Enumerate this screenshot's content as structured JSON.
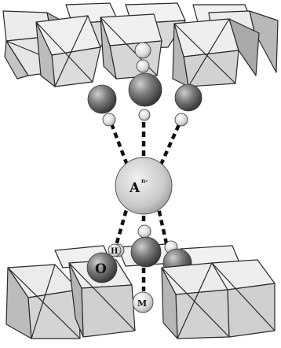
{
  "diagram": {
    "labels": {
      "anion_symbol": "A",
      "anion_charge": "n-",
      "oxygen": "O",
      "hydrogen": "H",
      "metal": "M"
    },
    "colors": {
      "background": "#ffffff",
      "octahedron_light": "#ededed",
      "octahedron_mid": "#d4d4d4",
      "octahedron_dark": "#a8a8a8",
      "outline": "#2a2a2a",
      "oxygen_sphere": "#6e6e6e",
      "hydrogen_sphere": "#d6d6d6",
      "anion_sphere": "#cfcfcf",
      "bond": "#111111"
    }
  }
}
